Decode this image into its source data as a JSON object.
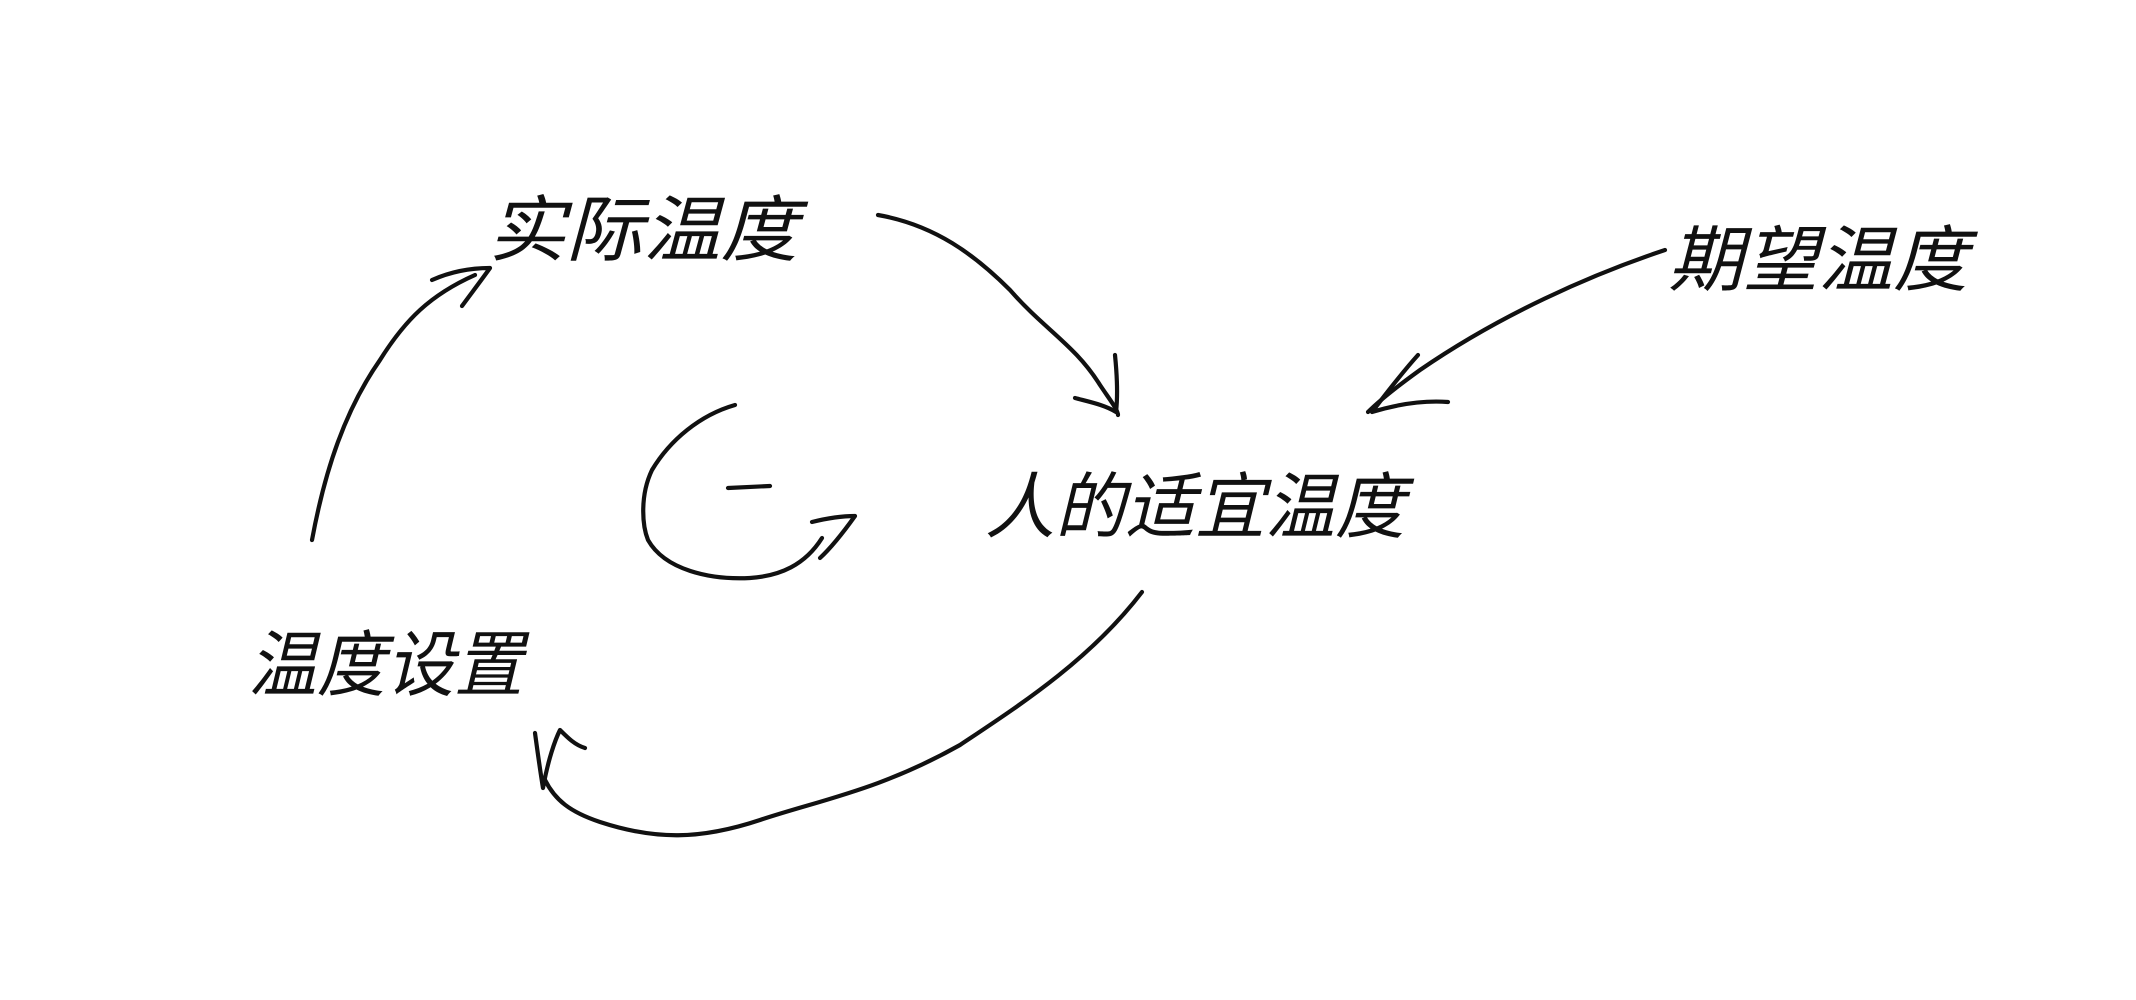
{
  "diagram": {
    "nodes": {
      "actual_temp": "实际温度",
      "desired_temp": "期望温度",
      "comfort_temp": "人的适宜温度",
      "temp_setting": "温度设置"
    },
    "loop_polarity": "—",
    "colors": {
      "ink": "#111111",
      "background": "#ffffff"
    }
  }
}
